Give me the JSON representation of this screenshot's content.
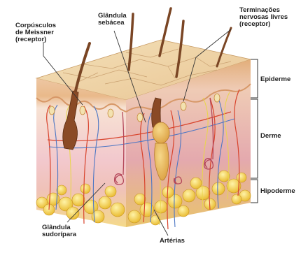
{
  "labels": {
    "meissner_line1": "Corpúsculos",
    "meissner_line2": "de Meissner",
    "meissner_line3": "(receptor)",
    "sebacea_line1": "Glândula",
    "sebacea_line2": "sebácea",
    "terminacoes_line1": "Terminações",
    "terminacoes_line2": "nervosas livres",
    "terminacoes_line3": "(receptor)",
    "epiderme": "Epiderme",
    "derme": "Derme",
    "hipoderme": "Hipoderme",
    "sudoripara_line1": "Glândula",
    "sudoripara_line2": "sudorípara",
    "arterias": "Artérias"
  },
  "colors": {
    "background": "#ffffff",
    "epidermis_top": "#efd5a5",
    "epidermis_front": "#e9b98a",
    "dermis_front": "#f2c8cd",
    "dermis_side": "#e4a9ae",
    "hypodermis_fat": "#f5d54a",
    "hair": "#7a4524",
    "artery": "#d8432c",
    "vein": "#4c76c4",
    "nerve": "#e8d64a",
    "label_text": "#222222",
    "leader_line": "#333333"
  }
}
